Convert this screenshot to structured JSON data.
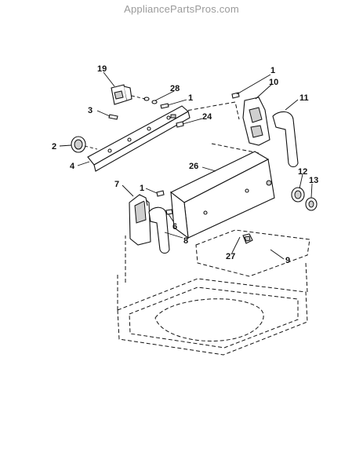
{
  "watermark": "AppliancePartsPros.com",
  "callouts": [
    "19",
    "28",
    "1",
    "3",
    "24",
    "2",
    "4",
    "1",
    "10",
    "11",
    "26",
    "12",
    "13",
    "7",
    "1",
    "6",
    "8",
    "27",
    "9"
  ]
}
